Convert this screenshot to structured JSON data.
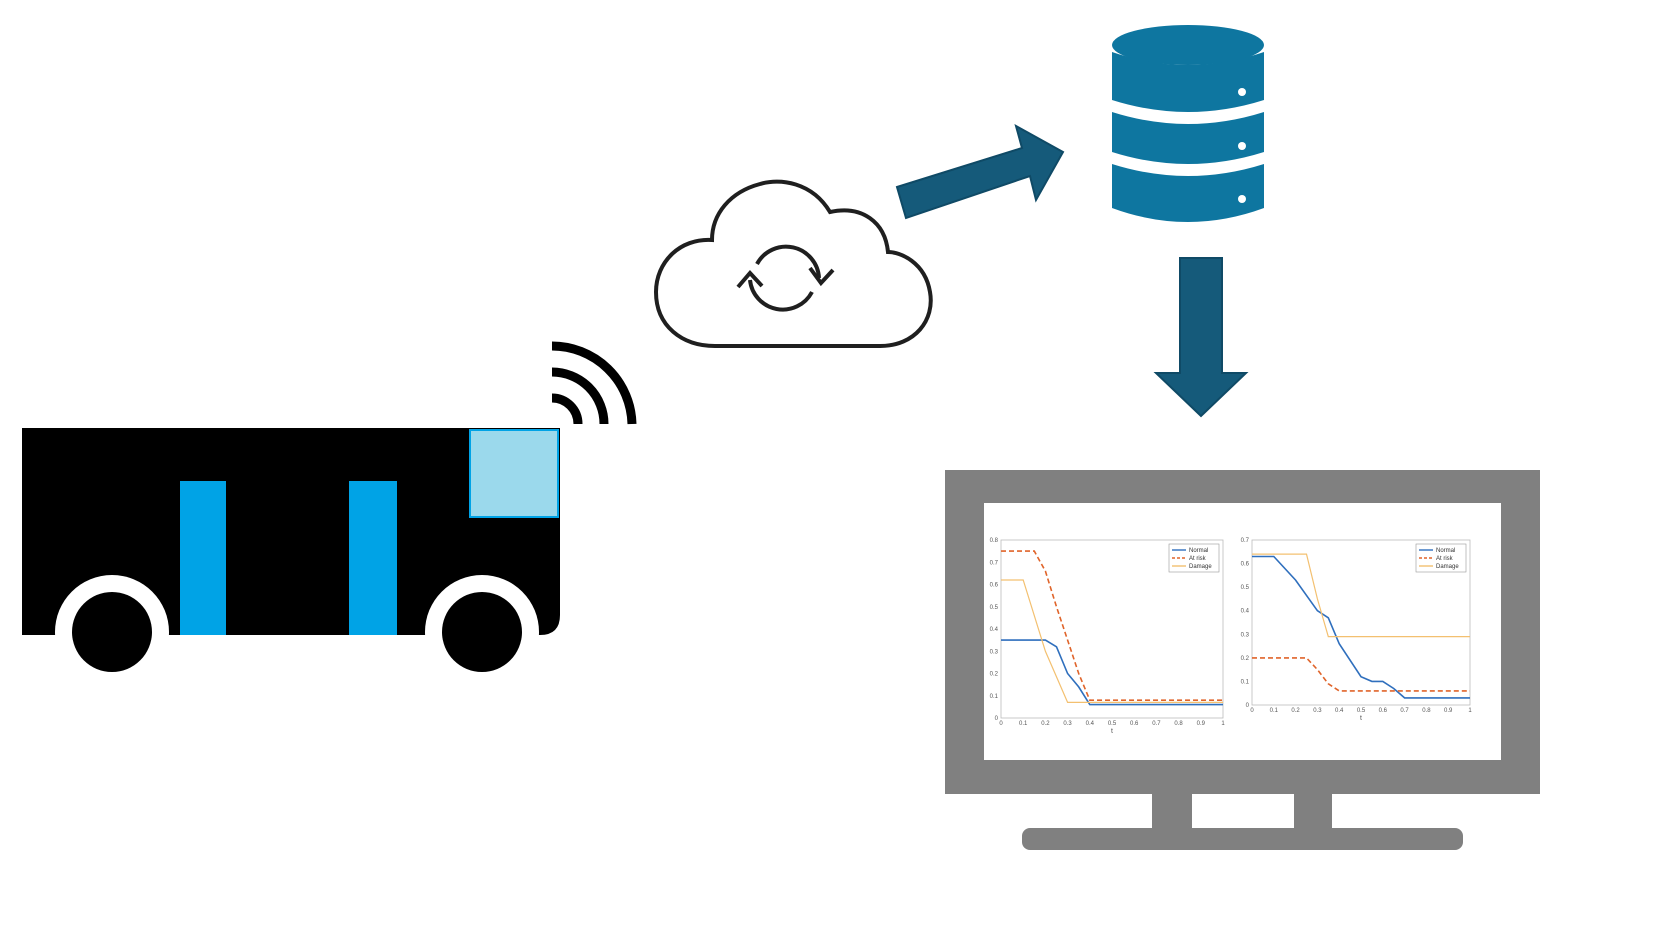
{
  "colors": {
    "bus_body": "#000000",
    "bus_door": "#00a3e6",
    "bus_window": "#9bd9ec",
    "database": "#0e76a0",
    "arrow": "#155a7a",
    "monitor": "#808080",
    "series_normal": "#2f6fbd",
    "series_at_risk": "#e0642a",
    "series_damage": "#f3c070"
  },
  "icons": [
    "bus-icon",
    "wifi-signal-icon",
    "cloud-sync-icon",
    "database-icon",
    "arrow-right-icon",
    "arrow-down-icon",
    "monitor-icon"
  ],
  "chart_data": [
    {
      "type": "line",
      "xlabel": "t",
      "xlim": [
        0,
        1
      ],
      "ylim": [
        0,
        0.8
      ],
      "xticks": [
        "0",
        "0.1",
        "0.2",
        "0.3",
        "0.4",
        "0.5",
        "0.6",
        "0.7",
        "0.8",
        "0.9",
        "1"
      ],
      "yticks": [
        "0",
        "0.1",
        "0.2",
        "0.3",
        "0.4",
        "0.5",
        "0.6",
        "0.7",
        "0.8"
      ],
      "legend_position": "top-right",
      "series": [
        {
          "name": "Normal",
          "style": "solid",
          "color": "#2f6fbd",
          "x": [
            0,
            0.2,
            0.25,
            0.3,
            0.35,
            0.4,
            1
          ],
          "y": [
            0.35,
            0.35,
            0.32,
            0.2,
            0.14,
            0.06,
            0.06
          ]
        },
        {
          "name": "At risk",
          "style": "dashed",
          "color": "#e0642a",
          "x": [
            0,
            0.15,
            0.2,
            0.25,
            0.3,
            0.35,
            0.4,
            1
          ],
          "y": [
            0.75,
            0.75,
            0.66,
            0.5,
            0.35,
            0.2,
            0.08,
            0.08
          ]
        },
        {
          "name": "Damage",
          "style": "solid",
          "color": "#f3c070",
          "x": [
            0,
            0.1,
            0.2,
            0.3,
            1
          ],
          "y": [
            0.62,
            0.62,
            0.3,
            0.07,
            0.07
          ]
        }
      ]
    },
    {
      "type": "line",
      "xlabel": "t",
      "xlim": [
        0,
        1
      ],
      "ylim": [
        0,
        0.7
      ],
      "xticks": [
        "0",
        "0.1",
        "0.2",
        "0.3",
        "0.4",
        "0.5",
        "0.6",
        "0.7",
        "0.8",
        "0.9",
        "1"
      ],
      "yticks": [
        "0",
        "0.1",
        "0.2",
        "0.3",
        "0.4",
        "0.5",
        "0.6",
        "0.7"
      ],
      "legend_position": "top-right",
      "series": [
        {
          "name": "Normal",
          "style": "solid",
          "color": "#2f6fbd",
          "x": [
            0,
            0.1,
            0.2,
            0.3,
            0.35,
            0.4,
            0.5,
            0.55,
            0.6,
            0.65,
            0.7,
            1
          ],
          "y": [
            0.63,
            0.63,
            0.53,
            0.4,
            0.37,
            0.26,
            0.12,
            0.1,
            0.1,
            0.07,
            0.03,
            0.03
          ]
        },
        {
          "name": "At risk",
          "style": "dashed",
          "color": "#e0642a",
          "x": [
            0,
            0.25,
            0.3,
            0.35,
            0.4,
            1
          ],
          "y": [
            0.2,
            0.2,
            0.15,
            0.09,
            0.06,
            0.06
          ]
        },
        {
          "name": "Damage",
          "style": "solid",
          "color": "#f3c070",
          "x": [
            0,
            0.25,
            0.3,
            0.35,
            1
          ],
          "y": [
            0.64,
            0.64,
            0.45,
            0.29,
            0.29
          ]
        }
      ]
    }
  ]
}
